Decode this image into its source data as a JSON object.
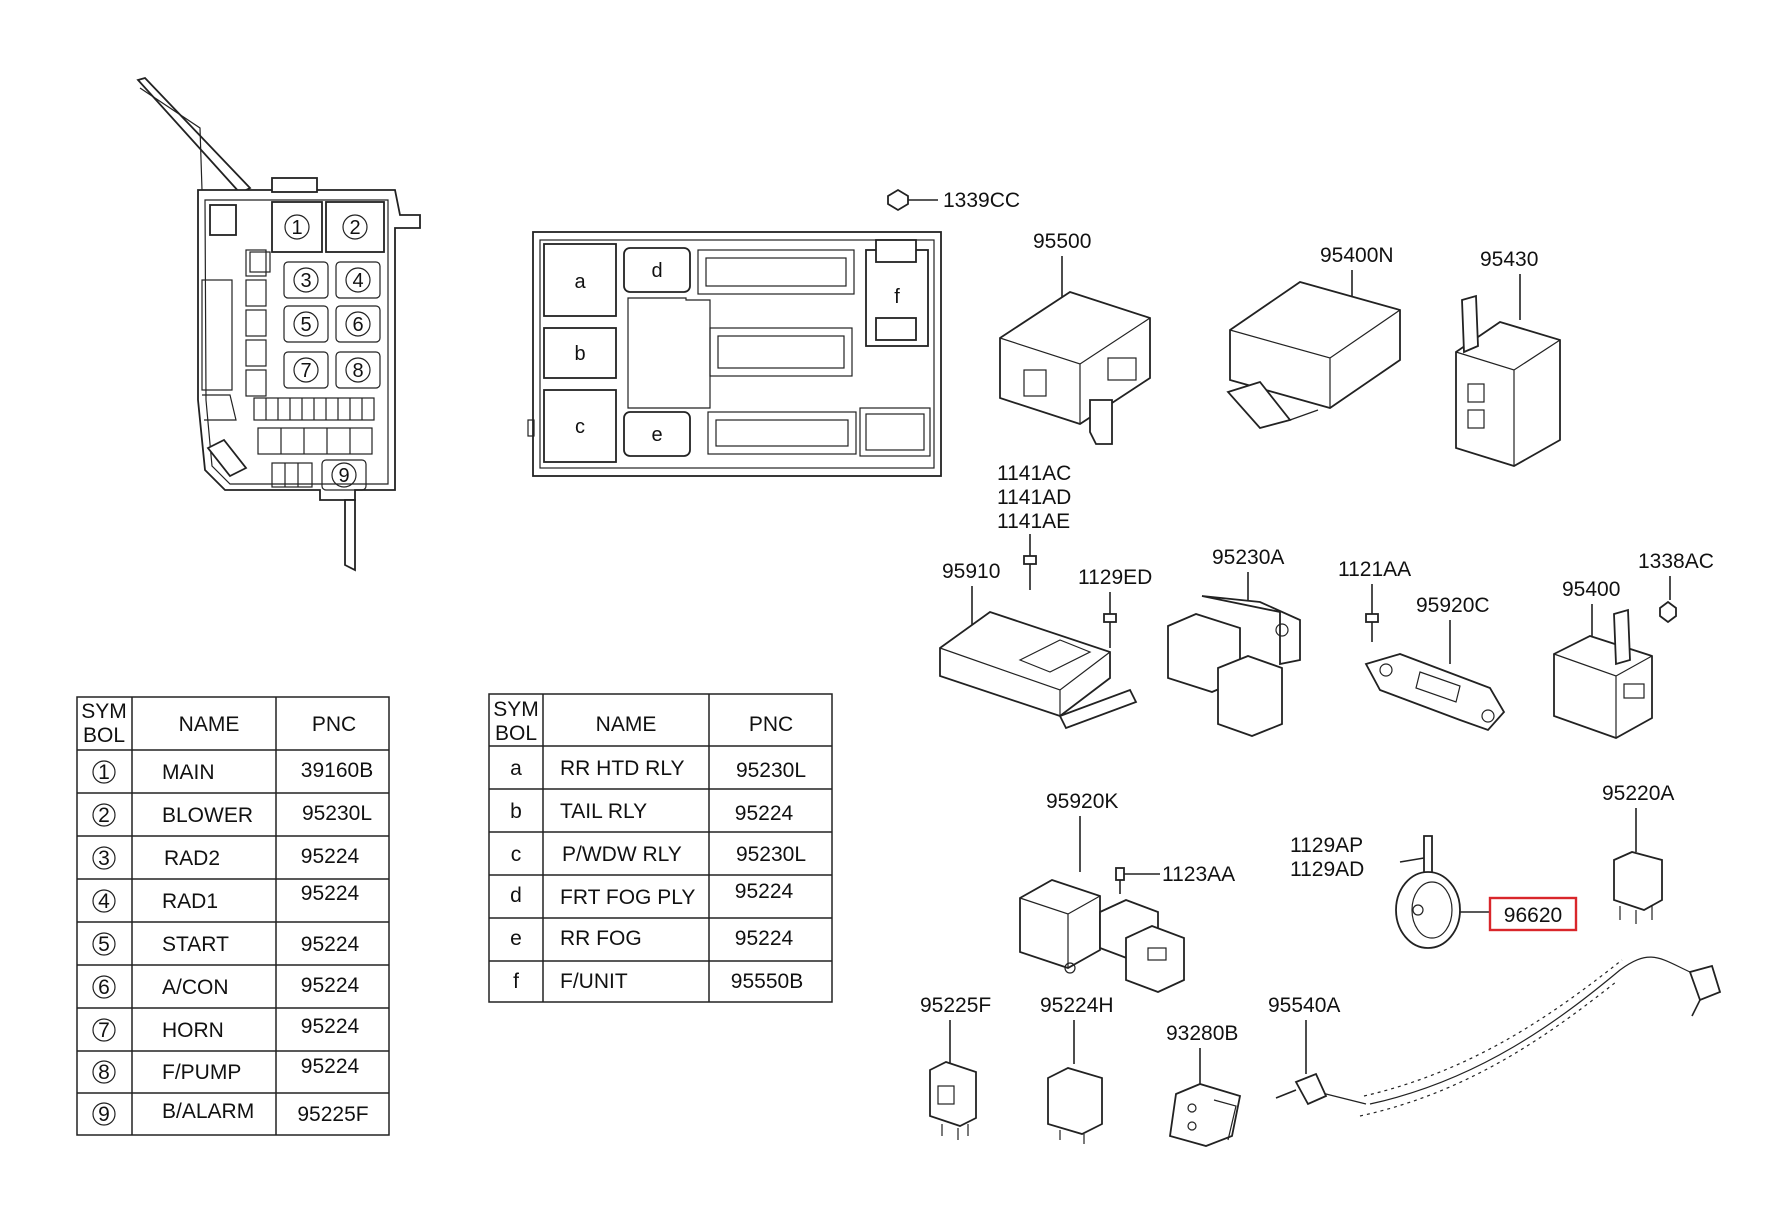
{
  "fuse_box_circles": [
    "1",
    "2",
    "3",
    "4",
    "5",
    "6",
    "7",
    "8",
    "9"
  ],
  "junction_box_letters": [
    "a",
    "b",
    "c",
    "d",
    "e",
    "f"
  ],
  "callouts": {
    "c1339CC": "1339CC",
    "c95500": "95500",
    "c95400N": "95400N",
    "c95430": "95430",
    "c1141AC": "1141AC",
    "c1141AD": "1141AD",
    "c1141AE": "1141AE",
    "c95910": "95910",
    "c1129ED": "1129ED",
    "c95230A": "95230A",
    "c1121AA": "1121AA",
    "c95920C": "95920C",
    "c1338AC": "1338AC",
    "c95400": "95400",
    "c95920K": "95920K",
    "c1123AA": "1123AA",
    "c1129AP": "1129AP",
    "c1129AD": "1129AD",
    "c96620": "96620",
    "c95220A": "95220A",
    "c95225F": "95225F",
    "c95224H": "95224H",
    "c93280B": "93280B",
    "c95540A": "95540A"
  },
  "table1": {
    "header": {
      "sym_line1": "SYM",
      "sym_line2": "BOL",
      "name": "NAME",
      "pnc": "PNC"
    },
    "rows": [
      {
        "sym": "1",
        "name": "MAIN",
        "pnc": "39160B"
      },
      {
        "sym": "2",
        "name": "BLOWER",
        "pnc": "95230L"
      },
      {
        "sym": "3",
        "name": "RAD2",
        "pnc": "95224"
      },
      {
        "sym": "4",
        "name": "RAD1",
        "pnc": "95224"
      },
      {
        "sym": "5",
        "name": "START",
        "pnc": "95224"
      },
      {
        "sym": "6",
        "name": "A/CON",
        "pnc": "95224"
      },
      {
        "sym": "7",
        "name": "HORN",
        "pnc": "95224"
      },
      {
        "sym": "8",
        "name": "F/PUMP",
        "pnc": "95224"
      },
      {
        "sym": "9",
        "name": "B/ALARM",
        "pnc": "95225F"
      }
    ]
  },
  "table2": {
    "header": {
      "sym_line1": "SYM",
      "sym_line2": "BOL",
      "name": "NAME",
      "pnc": "PNC"
    },
    "rows": [
      {
        "sym": "a",
        "name": "RR HTD RLY",
        "pnc": "95230L"
      },
      {
        "sym": "b",
        "name": "TAIL RLY",
        "pnc": "95224"
      },
      {
        "sym": "c",
        "name": "P/WDW RLY",
        "pnc": "95230L"
      },
      {
        "sym": "d",
        "name": "FRT FOG PLY",
        "pnc": "95224"
      },
      {
        "sym": "e",
        "name": "RR FOG",
        "pnc": "95224"
      },
      {
        "sym": "f",
        "name": "F/UNIT",
        "pnc": "95550B"
      }
    ]
  },
  "highlight_color": "#d9262b"
}
